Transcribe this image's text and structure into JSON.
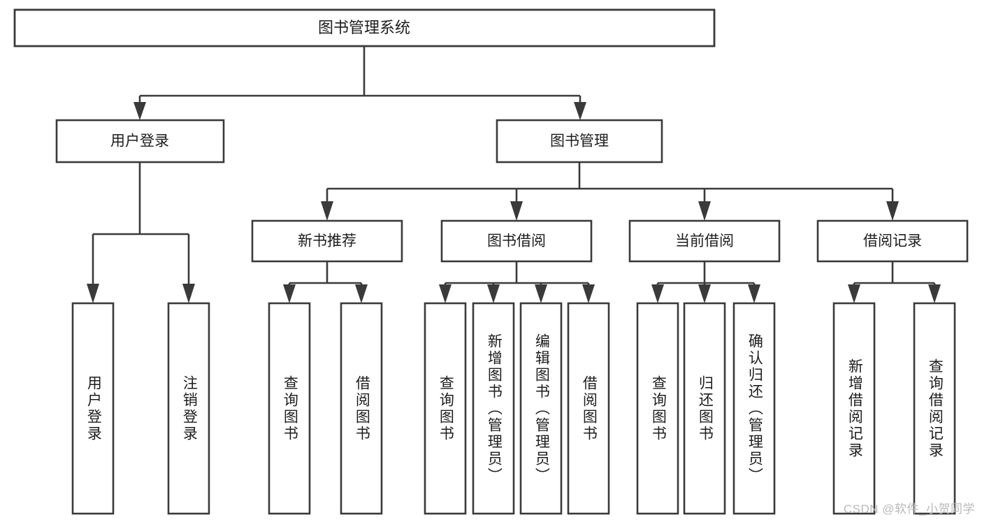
{
  "diagram": {
    "type": "hierarchy-tree",
    "title": "图书管理系统",
    "orientation": "top-down",
    "colors": {
      "stroke": "#3a3a3a",
      "box_fill": "#ffffff",
      "text": "#1d1d1d",
      "background": "#ffffff",
      "watermark": "#b9b9b9"
    },
    "levels": {
      "root": {
        "label": "图书管理系统"
      },
      "level2": [
        {
          "label": "用户登录"
        },
        {
          "label": "图书管理"
        }
      ],
      "level3": [
        {
          "label": "新书推荐"
        },
        {
          "label": "图书借阅"
        },
        {
          "label": "当前借阅"
        },
        {
          "label": "借阅记录"
        }
      ],
      "leaves": {
        "user_login": [
          {
            "label": "用户登录"
          },
          {
            "label": "注销登录"
          }
        ],
        "new_book_recommend": [
          {
            "label": "查询图书"
          },
          {
            "label": "借阅图书"
          }
        ],
        "book_borrow": [
          {
            "label": "查询图书"
          },
          {
            "label": "新增图书（管理员）"
          },
          {
            "label": "编辑图书（管理员）"
          },
          {
            "label": "借阅图书"
          }
        ],
        "current_borrow": [
          {
            "label": "查询图书"
          },
          {
            "label": "归还图书"
          },
          {
            "label": "确认归还（管理员）"
          }
        ],
        "borrow_record": [
          {
            "label": "新增借阅记录"
          },
          {
            "label": "查询借阅记录"
          }
        ]
      }
    },
    "watermark": "CSDN @软件_小贺同学"
  }
}
